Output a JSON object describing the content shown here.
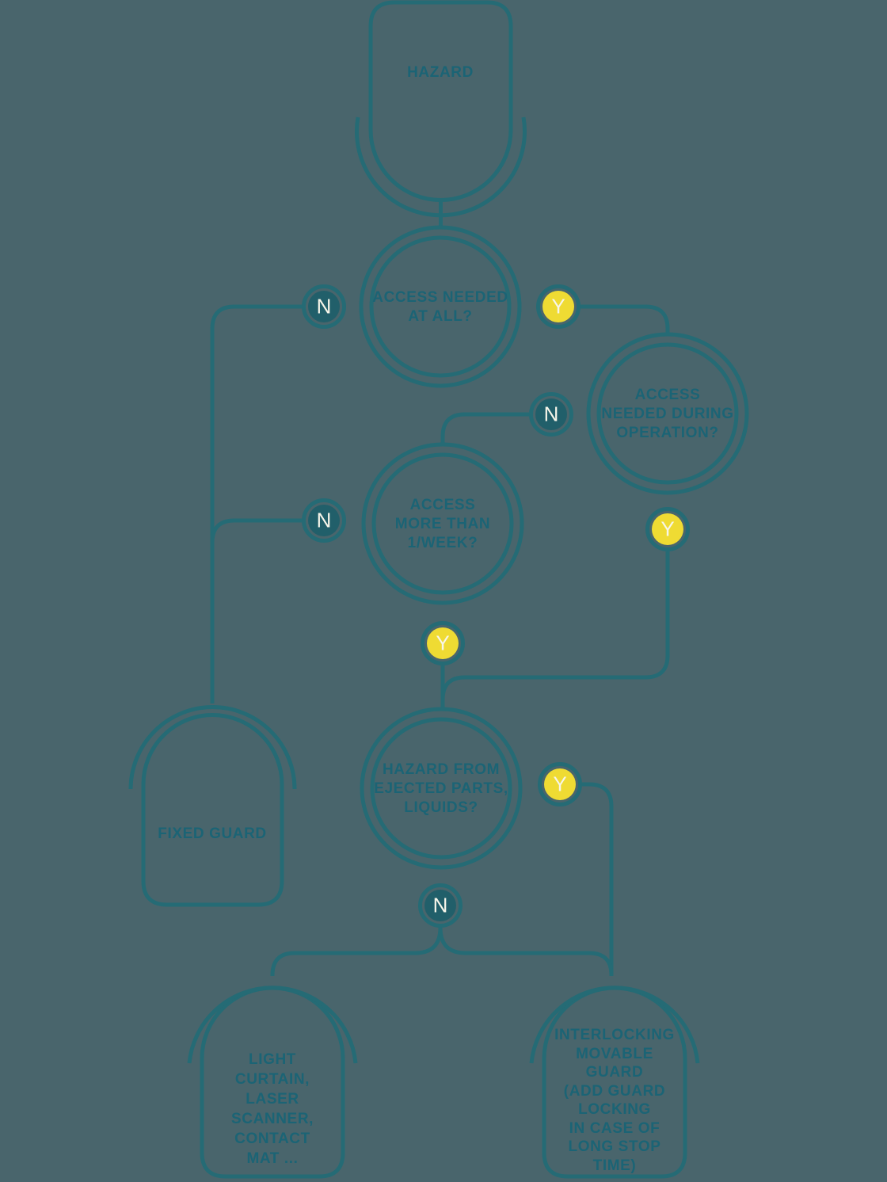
{
  "palette": {
    "background": "#49656C",
    "stroke": "#256B75",
    "text": "#1B6475",
    "yes_fill": "#EFDB33",
    "no_fill": "#215F6A",
    "letter": "#F7F6EA"
  },
  "nodes": {
    "hazard": "HAZARD",
    "q1": "ACCESS NEEDED\nAT ALL?",
    "q2": "ACCESS\nNEEDED DURING\nOPERATION?",
    "q3": "ACCESS\nMORE THAN\n1/WEEK?",
    "q4": "HAZARD FROM\nEJECTED PARTS,\nLIQUIDS?",
    "fixed_guard": "FIXED GUARD",
    "light_curtain": "LIGHT\nCURTAIN,\nLASER\nSCANNER,\nCONTACT\nMAT ...",
    "interlocking_guard": "INTERLOCKING\nMOVABLE\nGUARD\n(ADD GUARD\nLOCKING\nIN CASE OF\nLONG STOP\nTIME)"
  },
  "decision_labels": {
    "yes": "Y",
    "no": "N"
  }
}
